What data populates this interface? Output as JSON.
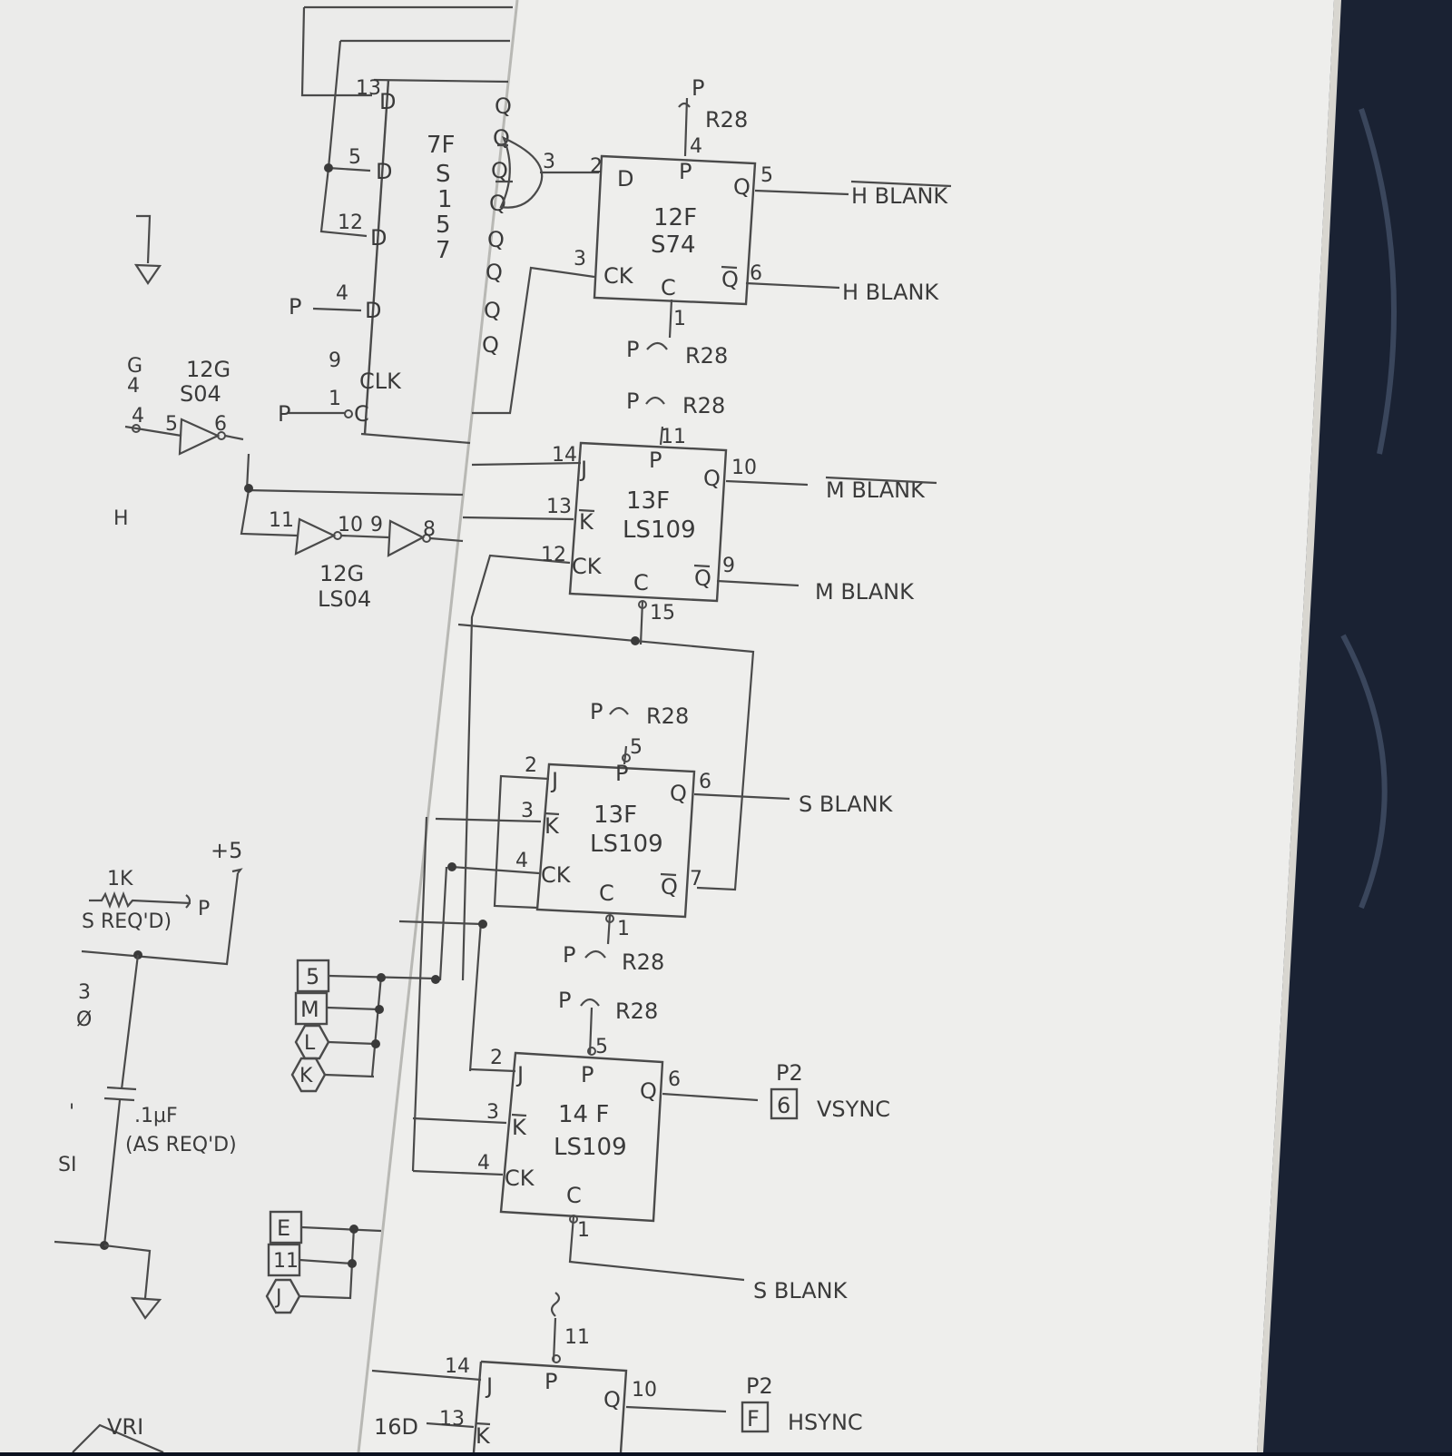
{
  "colors": {
    "paper_left": "#ececec",
    "paper_right": "#efefed",
    "ink": "#3a3a3a",
    "background": "#0c1220"
  },
  "chip_7f": {
    "ref": "7F",
    "type": [
      "S",
      "1",
      "5",
      "7"
    ]
  },
  "mux_pins": {
    "p13": "13",
    "p5": "5",
    "p12": "12",
    "p4": "4",
    "p9": "9",
    "p1": "1"
  },
  "mux_labels": {
    "d": "D",
    "clk": "CLK",
    "c": "C",
    "q": "Q",
    "ps": "P"
  },
  "chip_12f": {
    "ref": "12F",
    "type": "S74",
    "d": "D",
    "p": "P",
    "q": "Q",
    "qbar": "Q",
    "ck": "CK",
    "c": "C",
    "pin_d": "2",
    "pin_ck": "3",
    "pin_p": "4",
    "pin_q": "5",
    "pin_qbar": "6",
    "pin_c": "1",
    "pin_or": "3"
  },
  "chip_13f_a": {
    "ref": "13F",
    "type": "LS109",
    "j": "J",
    "k": "K",
    "p": "P",
    "q": "Q",
    "qbar": "Q",
    "ck": "CK",
    "c": "C",
    "pin_j": "14",
    "pin_k": "13",
    "pin_ck": "12",
    "pin_p": "11",
    "pin_q": "10",
    "pin_qbar": "9",
    "pin_c": "15"
  },
  "chip_13f_b": {
    "ref": "13F",
    "type": "LS109",
    "j": "J",
    "k": "K",
    "p": "P",
    "q": "Q",
    "qbar": "Q",
    "ck": "CK",
    "c": "C",
    "pin_j": "2",
    "pin_k": "3",
    "pin_ck": "4",
    "pin_p": "5",
    "pin_q": "6",
    "pin_qbar": "7",
    "pin_c": "1"
  },
  "chip_14f": {
    "ref": "14 F",
    "type": "LS109",
    "j": "J",
    "k": "K",
    "p": "P",
    "q": "Q",
    "ck": "CK",
    "c": "C",
    "pin_j": "2",
    "pin_k": "3",
    "pin_ck": "4",
    "pin_p": "5",
    "pin_q": "6",
    "pin_c": "1"
  },
  "chip_bottom": {
    "j": "J",
    "k": "K",
    "p": "P",
    "q": "Q",
    "pin_j": "14",
    "pin_k": "13",
    "pin_p": "11",
    "pin_q": "10",
    "src": "16D"
  },
  "pullups": {
    "p": "P",
    "r28": "R28"
  },
  "signals": {
    "hblank_bar": "H BLANK",
    "hblank": "H BLANK",
    "mblank_bar": "M BLANK",
    "mblank": "M BLANK",
    "sblank_1": "S BLANK",
    "sblank_2": "S BLANK",
    "vsync": "VSYNC",
    "hsync": "HSYNC",
    "p2_a": "P2",
    "p2_b": "P2",
    "vsync_pin": "6",
    "hsync_pin": "F"
  },
  "inverter_top": {
    "ref": "12G",
    "type": "S04",
    "pin_in": "5",
    "pin_out": "6",
    "g_label": "G",
    "g1": "4",
    "g2": "4",
    "pin_src": "4"
  },
  "inverter_mid": {
    "ref": "12G",
    "type": "LS04",
    "p11": "11",
    "p10": "10",
    "p9": "9",
    "p8": "8"
  },
  "left_notes": {
    "h": "H",
    "three": "3",
    "zero": "Ø",
    "tick": "'",
    "si": "SI",
    "vri": "VRI"
  },
  "power": {
    "plus5": "+5",
    "res": "1K",
    "sreqd": "S REQ'D)",
    "p": "P",
    "cap": ".1µF",
    "cap_note": "(AS REQ'D)"
  },
  "connectors_a": [
    "5",
    "M",
    "L",
    "K"
  ],
  "connectors_b": [
    "E",
    "11",
    "J"
  ]
}
